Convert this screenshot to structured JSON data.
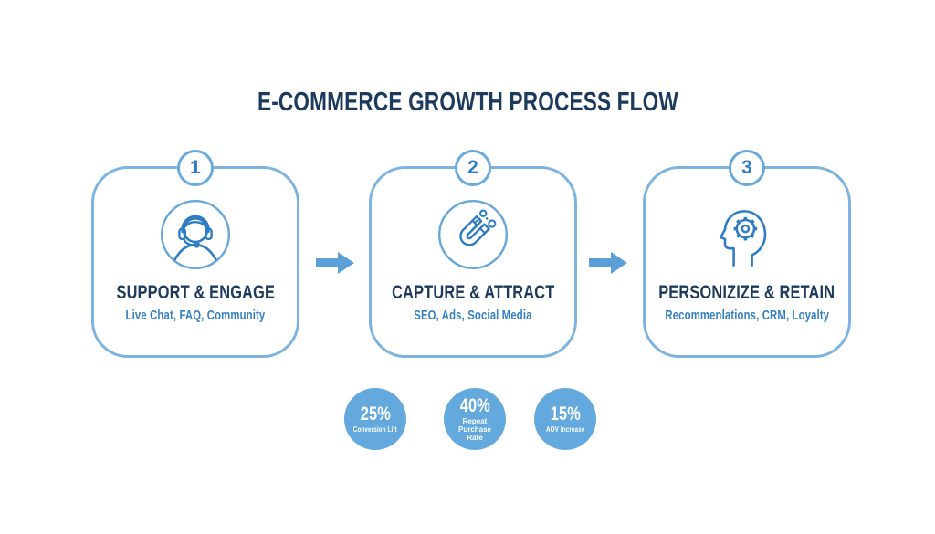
{
  "title": "E-COMMERCE GROWTH PROCESS FLOW",
  "colors": {
    "title_navy": "#1b3a5c",
    "card_border_blue": "#7cb3e0",
    "icon_stroke_blue": "#2e7cc3",
    "icon_ring_blue": "#66a7da",
    "subtitle_blue": "#3380c4",
    "arrow_blue": "#5b9fd8",
    "stat_circle_blue": "#64a9de",
    "background": "#ffffff"
  },
  "steps": [
    {
      "number": "1",
      "icon": "headset-support-agent-icon",
      "title": "SUPPORT & ENGAGE",
      "subtitle": "Live Chat, FAQ, Community"
    },
    {
      "number": "2",
      "icon": "magnet-icon",
      "title": "CAPTURE & ATTRACT",
      "subtitle": "SEO, Ads, Social Media"
    },
    {
      "number": "3",
      "icon": "head-gear-icon",
      "title": "PERSONIZIZE & RETAIN",
      "subtitle": "Recommenlations, CRM, Loyalty"
    }
  ],
  "stats": [
    {
      "value": "25%",
      "label": "Conversion Lift"
    },
    {
      "value": "40%",
      "label": "Repeat Purchase Rate"
    },
    {
      "value": "15%",
      "label": "AOV Increase"
    }
  ]
}
